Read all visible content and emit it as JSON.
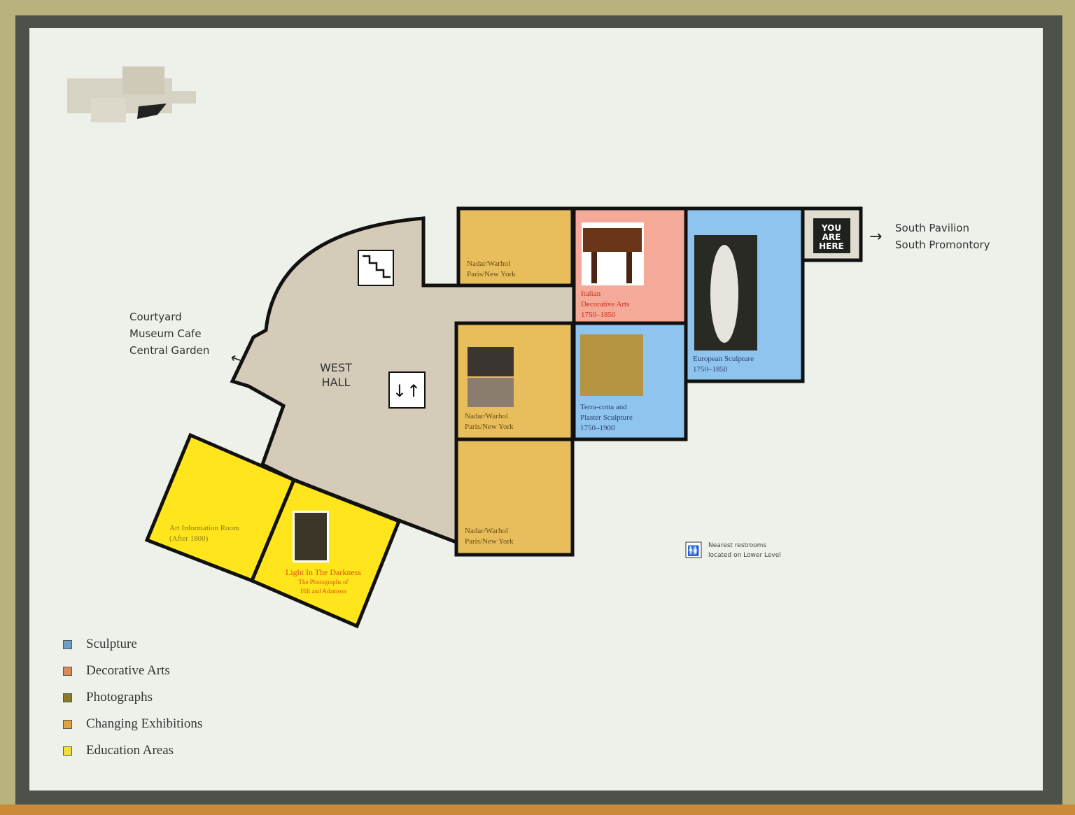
{
  "directions": {
    "east": {
      "lines": [
        "South Pavilion",
        "South Promontory"
      ],
      "arrow": "right-arrow"
    },
    "west": {
      "lines": [
        "Courtyard",
        "Museum Cafe",
        "Central Garden"
      ],
      "arrow": "left-arrow"
    }
  },
  "hall": {
    "lines": [
      "WEST",
      "HALL"
    ]
  },
  "you_are_here": {
    "lines": [
      "YOU",
      "ARE",
      "HERE"
    ]
  },
  "rooms": [
    {
      "lines": [
        "Nadar/Warhol",
        "Paris/New York"
      ],
      "category": "Changing Exhibitions"
    },
    {
      "lines": [
        "Italian",
        "Decorative Arts",
        "1750–1850"
      ],
      "category": "Decorative Arts"
    },
    {
      "lines": [
        "European Sculpture",
        "1750–1850"
      ],
      "category": "Sculpture"
    },
    {
      "lines": [
        "Nadar/Warhol",
        "Paris/New York"
      ],
      "category": "Changing Exhibitions"
    },
    {
      "lines": [
        "Terra-cotta and",
        "Plaster Sculpture",
        "1750–1900"
      ],
      "category": "Sculpture"
    },
    {
      "lines": [
        "Nadar/Warhol",
        "Paris/New York"
      ],
      "category": "Changing Exhibitions"
    },
    {
      "lines": [
        "Art Information Room",
        "(After 1800)"
      ],
      "category": "Education Areas"
    },
    {
      "lines": [
        "Light In The Darkness",
        "The Photographs of",
        "Hill and Adamson"
      ],
      "category": "Education Areas"
    }
  ],
  "restrooms": {
    "icon": "restroom-icon",
    "lines": [
      "Nearest restrooms",
      "located on Lower Level"
    ]
  },
  "icons": {
    "stairs": "stairs-icon",
    "elevator": "elevator-icon"
  },
  "legend": [
    {
      "label": "Sculpture",
      "color": "#6f9fc0"
    },
    {
      "label": "Decorative Arts",
      "color": "#d98a5a"
    },
    {
      "label": "Photographs",
      "color": "#8a7a2a"
    },
    {
      "label": "Changing Exhibitions",
      "color": "#e0a23a"
    },
    {
      "label": "Education Areas",
      "color": "#f0e030"
    }
  ],
  "colors": {
    "changing": "#e8bd5c",
    "decorative": "#f5a999",
    "sculpture": "#8fc4ef",
    "education": "#ffe61c",
    "hall": "#d4cbb8"
  }
}
